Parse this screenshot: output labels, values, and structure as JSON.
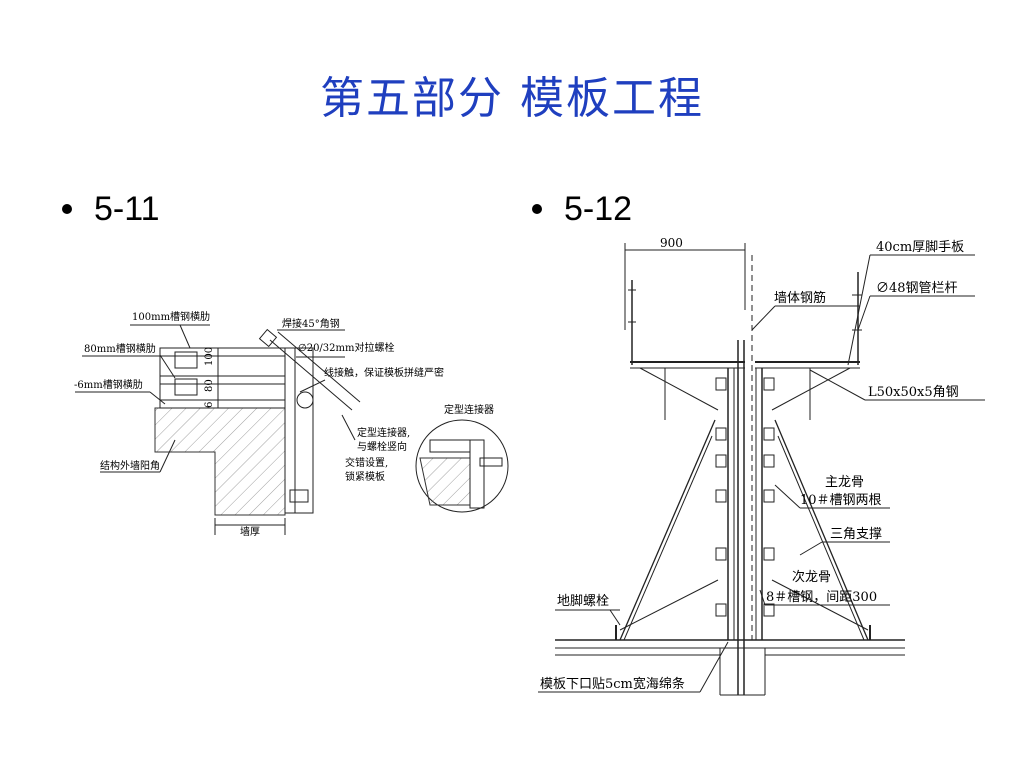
{
  "title": "第五部分  模板工程",
  "bullets": {
    "left": "5-11",
    "right": "5-12"
  },
  "diagram_left": {
    "labels": {
      "rib100": "100mm槽钢横肋",
      "weld": "焊接45°角钢",
      "bolt": "∅20/32mm对拉螺栓",
      "rib80": "80mm槽钢横肋",
      "seam": "线接触，保证模板拼缝严密",
      "rib6": "-6mm槽钢横肋",
      "connector_title": "定型连接器",
      "connector_note_1": "定型连接器,",
      "connector_note_2": "与螺栓竖向",
      "connector_note_3": "交错设置,",
      "connector_note_4": "锁紧模板",
      "corner": "结构外墙阳角",
      "thickness": "墙厚",
      "dim100": "100",
      "dim80": "80",
      "dim6": "6"
    }
  },
  "diagram_right": {
    "labels": {
      "width": "900",
      "plank": "40cm厚脚手板",
      "railing": "∅48钢管栏杆",
      "rebar": "墙体钢筋",
      "angle": "L50x50x5角钢",
      "main_joist_1": "主龙骨",
      "main_joist_2": "10＃槽钢两根",
      "brace": "三角支撑",
      "sec_joist_1": "次龙骨",
      "sec_joist_2": "8＃槽钢，间距300",
      "anchor": "地脚螺栓",
      "sponge": "模板下口贴5cm宽海绵条"
    }
  }
}
